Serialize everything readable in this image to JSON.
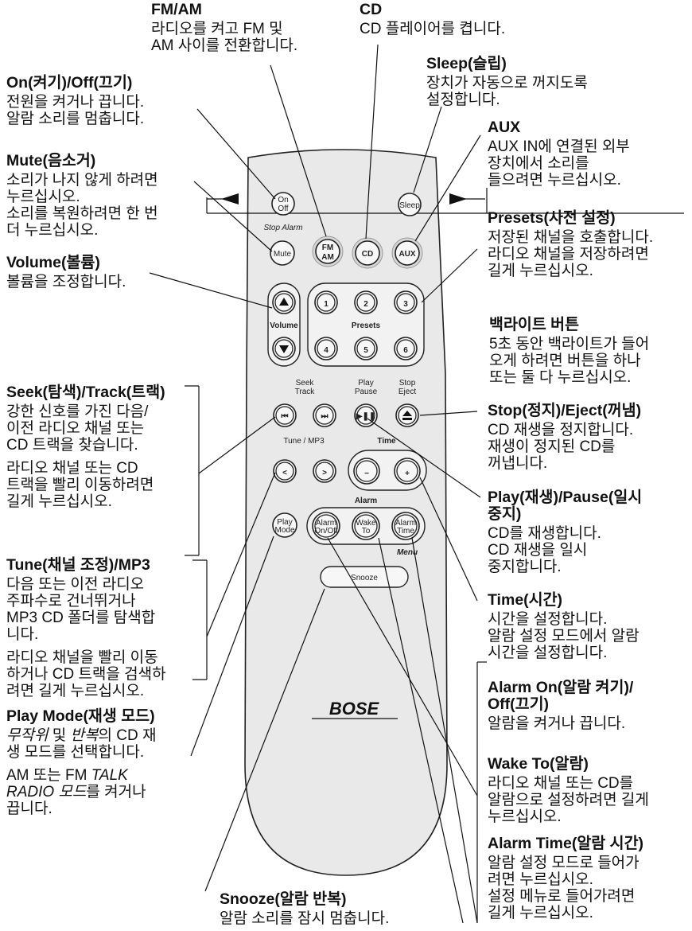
{
  "annotations": {
    "fm_am": {
      "title": "FM/AM",
      "text": "라디오를 켜고 FM 및\nAM 사이를 전환합니다."
    },
    "cd": {
      "title": "CD",
      "text": "CD 플레이어를 켭니다."
    },
    "sleep": {
      "title": "Sleep(슬립)",
      "text": "장치가 자동으로 꺼지도록\n설정합니다."
    },
    "onoff": {
      "title": "On(켜기)/Off(끄기)",
      "text": "전원을 켜거나 끕니다.\n알람 소리를 멈춥니다."
    },
    "aux": {
      "title": "AUX",
      "text": "AUX IN에 연결된 외부\n장치에서 소리를\n들으려면 누르십시오."
    },
    "mute": {
      "title": "Mute(음소거)",
      "text": "소리가 나지 않게 하려면\n누르십시오.\n소리를 복원하려면 한 번\n더 누르십시오."
    },
    "presets": {
      "title": "Presets(사전 설정)",
      "text": "저장된 채널을 호출합니다.\n라디오 채널을 저장하려면\n길게 누르십시오."
    },
    "volume": {
      "title": "Volume(볼륨)",
      "text": "볼륨을 조정합니다."
    },
    "backlight": {
      "title": "백라이트 버튼",
      "text": "5초 동안 백라이트가 들어\n오게 하려면 버튼을 하나\n또는 둘 다 누르십시오."
    },
    "seek": {
      "title": "Seek(탐색)/Track(트랙)",
      "text": "강한 신호를 가진 다음/\n이전 라디오 채널 또는\nCD 트랙을 찾습니다.",
      "text2": "라디오 채널 또는 CD\n트랙을 빨리 이동하려면\n길게 누르십시오."
    },
    "stop": {
      "title": "Stop(정지)/Eject(꺼냄)",
      "text": "CD 재생을 정지합니다.\n재생이 정지된 CD를\n꺼냅니다."
    },
    "play": {
      "title": "Play(재생)/Pause(일시\n중지)",
      "text": "CD를 재생합니다.\nCD 재생을 일시\n중지합니다."
    },
    "tune": {
      "title": "Tune(채널 조정)/MP3",
      "text": "다음 또는 이전 라디오\n주파수로 건너뛰거나\nMP3 CD 폴더를 탐색합\n니다.",
      "text2": "라디오 채널을 빨리 이동\n하거나 CD 트랙을 검색하\n려면 길게 누르십시오."
    },
    "time": {
      "title": "Time(시간)",
      "text": "시간을 설정합니다.\n알람 설정 모드에서 알람\n시간을 설정합니다."
    },
    "alarm_onoff": {
      "title": "Alarm On(알람 켜기)/\nOff(끄기)",
      "text": "알람을 켜거나 끕니다."
    },
    "playmode": {
      "title": "Play Mode(재생 모드)",
      "text_parts": [
        "무작위",
        "및",
        "반복",
        "의 CD 재\n생 모드를 선택합니다."
      ],
      "text2_parts": [
        "AM 또는 FM",
        "TALK\nRADIO 모드",
        "를 켜거나\n끕니다."
      ]
    },
    "waketo": {
      "title": "Wake To(알람)",
      "text": "라디오 채널 또는 CD를\n알람으로 설정하려면 길게\n누르십시오."
    },
    "alarmtime": {
      "title": "Alarm Time(알람 시간)",
      "text": "알람 설정 모드로 들어가\n려면 누르십시오.\n설정 메뉴로 들어가려면\n길게 누르십시오."
    },
    "snooze": {
      "title": "Snooze(알람 반복)",
      "text": "알람 소리를 잠시 멈춥니다."
    }
  },
  "remote": {
    "onoff": [
      "On",
      "Off"
    ],
    "stop_alarm": "Stop Alarm",
    "sleep": "Sleep",
    "mute": "Mute",
    "fm_am": [
      "FM",
      "AM"
    ],
    "cd": "CD",
    "aux": "AUX",
    "volume": "Volume",
    "presets": "Presets",
    "preset_numbers": [
      "1",
      "2",
      "3",
      "4",
      "5",
      "6"
    ],
    "seek_track": [
      "Seek",
      "Track"
    ],
    "play_pause": [
      "Play",
      "Pause"
    ],
    "stop_eject": [
      "Stop",
      "Eject"
    ],
    "tune_mp3": "Tune / MP3",
    "time": "Time",
    "alarm": "Alarm",
    "menu": "Menu",
    "play_mode": [
      "Play",
      "Mode"
    ],
    "alarm_onoff": [
      "Alarm",
      "On/Off"
    ],
    "wake_to": [
      "Wake",
      "To"
    ],
    "alarm_time": [
      "Alarm",
      "Time"
    ],
    "snooze": "Snooze",
    "logo": "BOSE"
  }
}
